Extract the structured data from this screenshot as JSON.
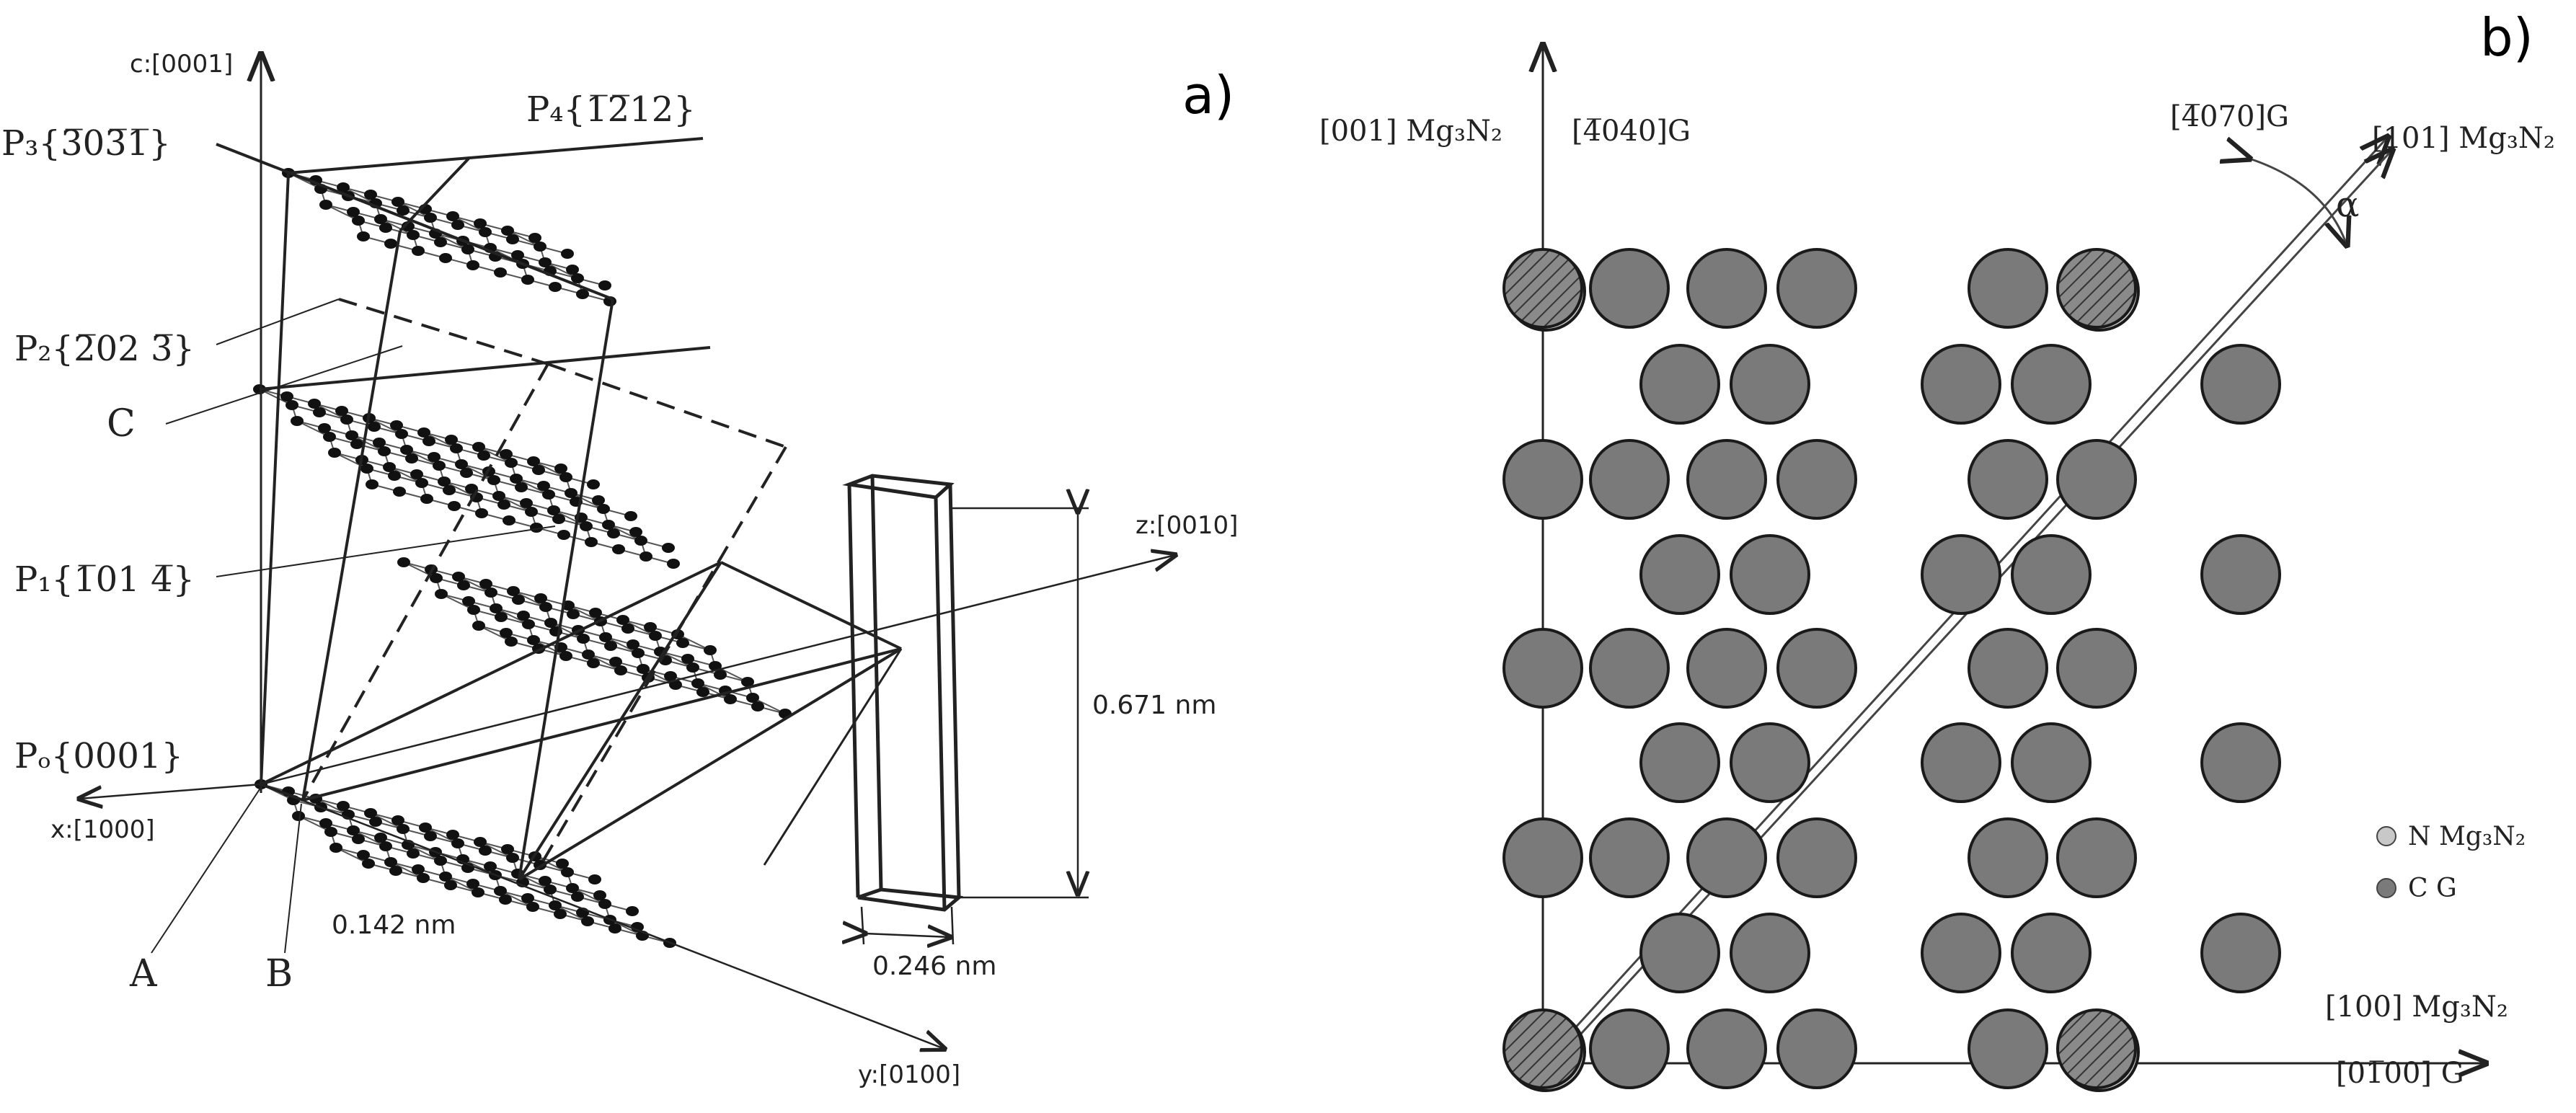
{
  "panel_a": {
    "tag": "a)",
    "axes": {
      "c": "c:[0001]",
      "z": "z:[0010]",
      "x": "x:[1000]",
      "y": "y:[0100]"
    },
    "planes": {
      "p4": "P₄{1̅2̅12}",
      "p3": "P₃{3̅03̅1̅}",
      "p2": "P₂{2̅02 3̅}",
      "p1": "P₁{1̅01 4̅}",
      "p0": "Pₒ{0001}"
    },
    "points": {
      "c": "C",
      "a": "A",
      "b": "B"
    },
    "dims": {
      "bond": "0.142 nm",
      "width": "0.246 nm",
      "height": "0.671 nm"
    }
  },
  "panel_b": {
    "tag": "b)",
    "labels": {
      "mg001": "[001] Mg₃N₂",
      "g4040": "[4̅040]G",
      "g4070": "[4̅070]G",
      "mg101": "[101] Mg₃N₂",
      "alpha": "α",
      "mg100": "[100] Mg₃N₂",
      "g0100": "[01̅00] G"
    },
    "legend": {
      "n": "N Mg₃N₂",
      "c": "C G"
    },
    "colors": {
      "carbon": "#7a7a7a",
      "nitrogen": "#c8c8c8",
      "outline": "#1a1a1a"
    }
  }
}
